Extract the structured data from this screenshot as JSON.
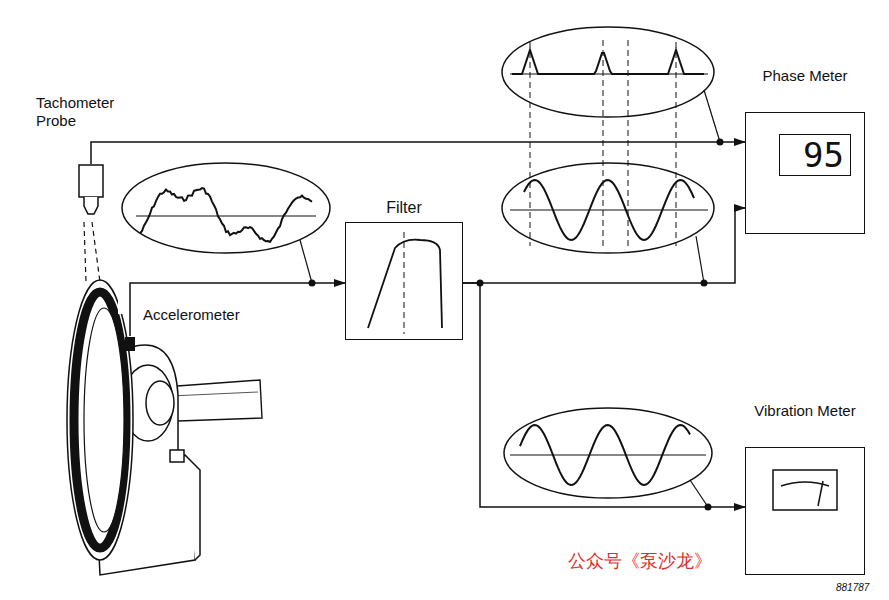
{
  "diagram": {
    "nodes": [
      {
        "text": [
          "Tachometer Probe"
        ]
      },
      {
        "text": [
          "Accelerometer"
        ]
      },
      {
        "text": [
          "Filter"
        ]
      },
      {
        "text": [
          "Phase Meter"
        ]
      },
      {
        "text": [
          "95"
        ],
        "in": 3
      },
      {
        "text": [
          "Vibration Meter"
        ]
      }
    ],
    "edges": [
      {
        "from": 0,
        "to": 3,
        "arrow": "to"
      },
      {
        "from": 1,
        "to": 2,
        "arrow": "to"
      },
      {
        "from": 2,
        "to": 3,
        "arrow": "to"
      },
      {
        "from": 2,
        "to": 5,
        "arrow": "to"
      }
    ],
    "labels": [
      "公众号《泵沙龙》",
      "881787"
    ]
  }
}
